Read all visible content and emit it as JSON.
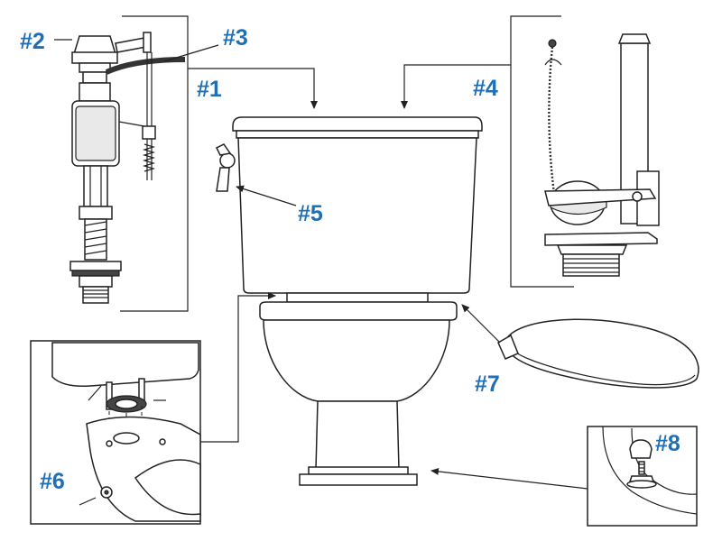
{
  "labels": {
    "fill_valve": "#1",
    "fill_valve_cap": "#2",
    "refill_tube": "#3",
    "flush_valve": "#4",
    "trip_lever": "#5",
    "tank_to_bowl": "#6",
    "seat": "#7",
    "bolt_caps": "#8"
  },
  "colors": {
    "label": "#1f6fb6",
    "line": "#222222",
    "background": "#ffffff"
  }
}
